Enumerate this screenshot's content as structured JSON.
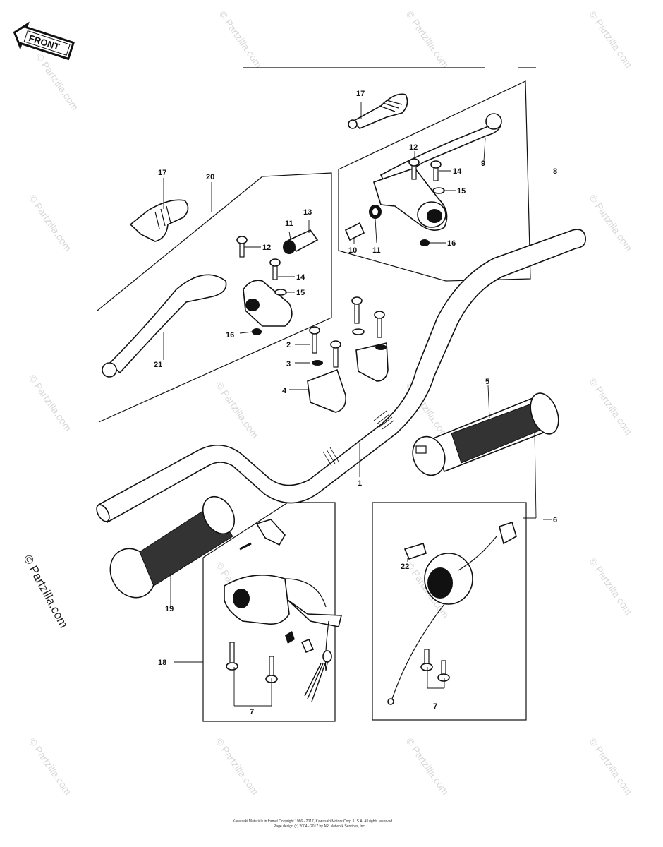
{
  "orientation_label": "FRONT",
  "watermark": "© Partzilla.com",
  "callouts": {
    "c1": "1",
    "c2": "2",
    "c3": "3",
    "c4": "4",
    "c5": "5",
    "c6": "6",
    "c7a": "7",
    "c7b": "7",
    "c8": "8",
    "c9": "9",
    "c10": "10",
    "c11a": "11",
    "c11b": "11",
    "c12a": "12",
    "c12b": "12",
    "c13": "13",
    "c14a": "14",
    "c14b": "14",
    "c15a": "15",
    "c15b": "15",
    "c16a": "16",
    "c16b": "16",
    "c17a": "17",
    "c17b": "17",
    "c18": "18",
    "c19": "19",
    "c20": "20",
    "c21": "21",
    "c22": "22"
  },
  "footer": {
    "line1": "Kawasaki Materials in format Copyright 1966 - 2017, Kawasaki Motors Corp. U.S.A. All rights reserved.",
    "line2": "Page design (c) 2004 - 2017 by ARI Network Services, Inc."
  }
}
